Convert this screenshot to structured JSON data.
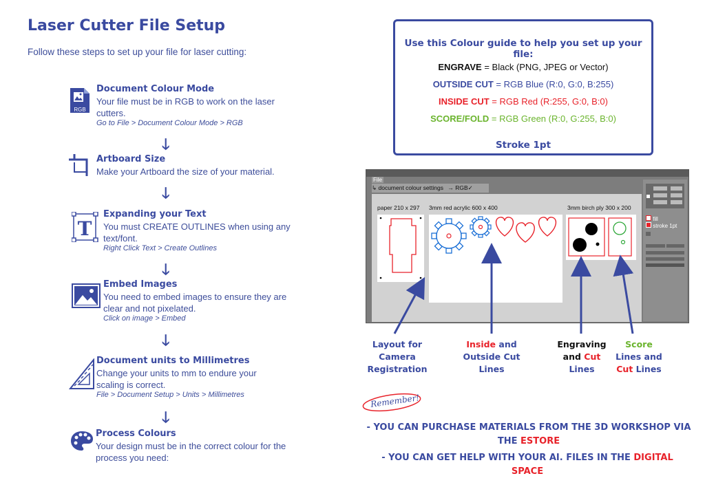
{
  "title": "Laser Cutter File Setup",
  "subtitle": "Follow these steps to set up your file for laser cutting:",
  "steps": [
    {
      "title": "Document Colour Mode",
      "body": "Your file must be in RGB to work on the laser cutters.",
      "hint": "Go to File > Document Colour Mode > RGB",
      "icon": "rgb-file-icon",
      "icon_label": "RGB"
    },
    {
      "title": "Artboard Size",
      "body": "Make your Artboard the size of your material.",
      "hint": "",
      "icon": "artboard-crop-icon"
    },
    {
      "title": "Expanding your Text",
      "body": "You must CREATE OUTLINES when using any text/font.",
      "hint": "Right Click Text > Create Outlines",
      "icon": "text-outline-icon",
      "icon_label": "T"
    },
    {
      "title": "Embed Images",
      "body": "You need to embed images to ensure they are clear and not pixelated.",
      "hint": "Click on image > Embed",
      "icon": "image-icon"
    },
    {
      "title": "Document units to Millimetres",
      "body": "Change your units to mm to endure your scaling is correct.",
      "hint": "File > Document Setup > Units > Millimetres",
      "icon": "ruler-triangle-icon"
    },
    {
      "title": "Process Colours",
      "body": "Your design must be in the correct colour for the process you need:",
      "hint": "",
      "icon": "palette-icon"
    }
  ],
  "guide": {
    "heading": "Use this Colour guide to help you set up your file:",
    "engrave_key": "ENGRAVE",
    "engrave_val": " = Black (PNG, JPEG or Vector)",
    "outside_key": "OUTSIDE CUT",
    "outside_val": " = RGB Blue (R:0, G:0, B:255)",
    "inside_key": "INSIDE CUT",
    "inside_val": " = RGB Red (R:255, G:0, B:0)",
    "score_key": "SCORE/FOLD",
    "score_val": " = RGB Green (R:0, G:255, B:0)",
    "stroke": "Stroke 1pt"
  },
  "screenshot": {
    "menu": "File",
    "breadcrumb1": "document colour settings",
    "breadcrumb2": "RGB",
    "board1_label": "paper 210 x 297",
    "board2_label": "3mm red acrylic 600 x 400",
    "board3_label": "3mm birch ply 300 x 200",
    "panel_fill": "fill",
    "panel_stroke": "stroke 1pt"
  },
  "captions": {
    "c1": "Layout for Camera Registration",
    "c2_a": "Inside",
    "c2_b": " and Outside Cut Lines",
    "c3_a": "Engraving and ",
    "c3_b": "Cut",
    "c3_c": " Lines",
    "c4_a": "Score",
    "c4_b": " Lines and ",
    "c4_c": "Cut",
    "c4_d": " Lines"
  },
  "remember": "Remember!",
  "notes": {
    "n1_a": "- YOU CAN PURCHASE MATERIALS FROM THE 3D WORKSHOP VIA THE ",
    "n1_b": "ESTORE",
    "n2_a": "- YOU CAN GET HELP WITH YOUR AI. FILES IN THE ",
    "n2_b": "DIGITAL SPACE"
  },
  "colors": {
    "primary": "#3a4aa0",
    "red": "#e8222a",
    "green": "#6ab42d"
  }
}
